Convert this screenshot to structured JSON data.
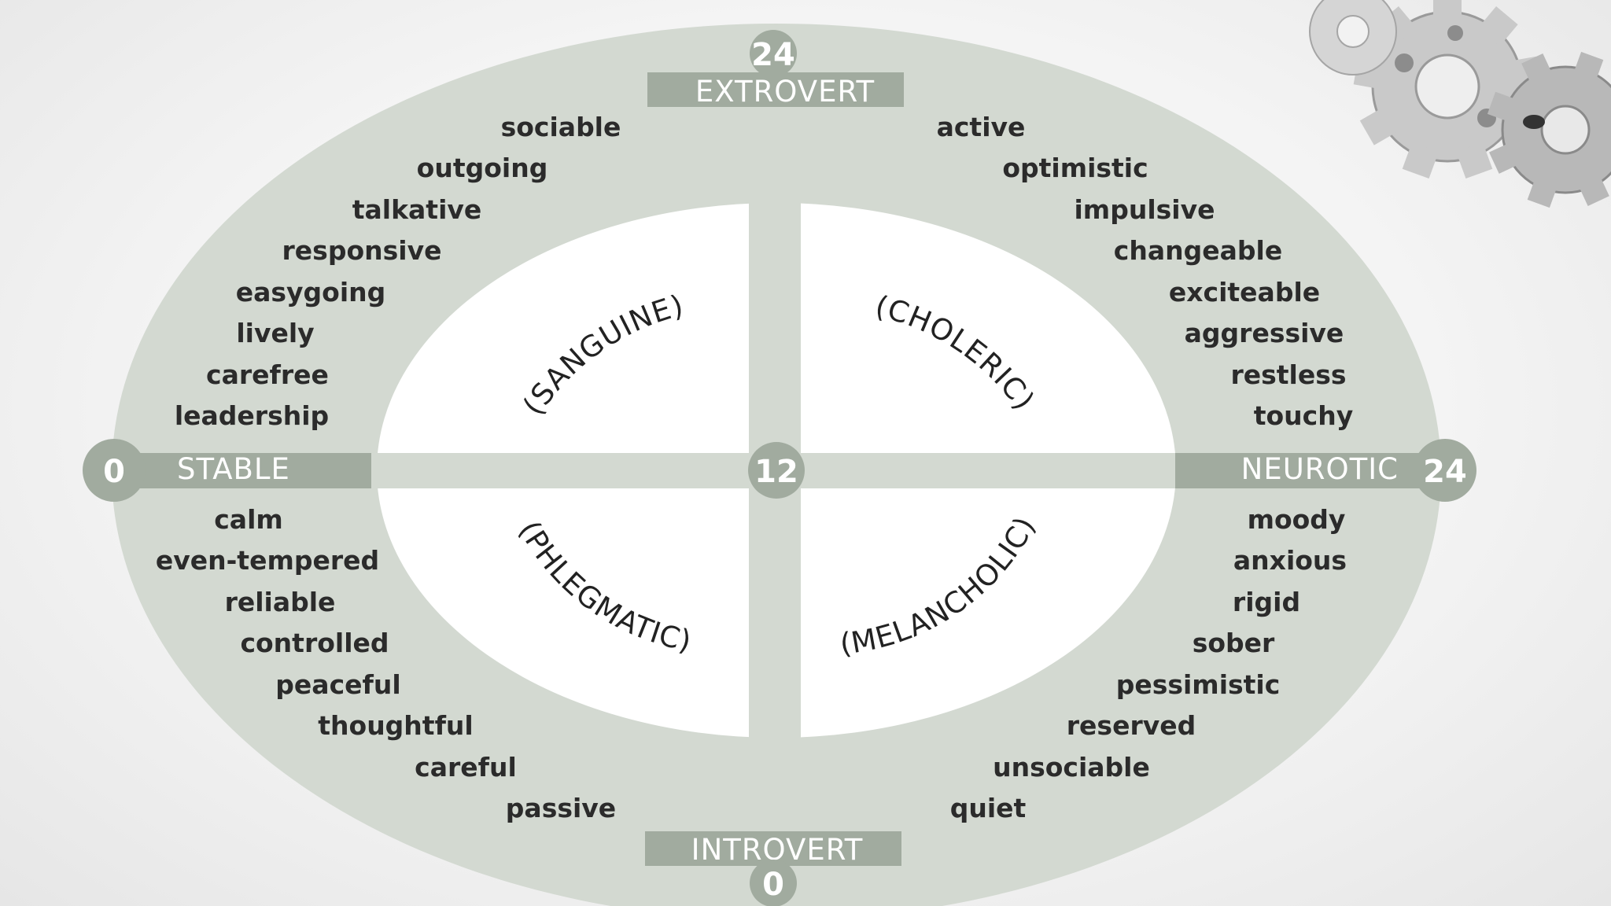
{
  "axes": {
    "top": {
      "label": "EXTROVERT",
      "value": "24"
    },
    "bottom": {
      "label": "INTROVERT",
      "value": "0"
    },
    "left": {
      "label": "STABLE",
      "value": "0"
    },
    "right": {
      "label": "NEUROTIC",
      "value": "24"
    },
    "center": {
      "value": "12"
    }
  },
  "temperaments": {
    "top_left": "(SANGUINE)",
    "top_right": "(CHOLERIC)",
    "bottom_left": "(PHLEGMATIC)",
    "bottom_right": "(MELANCHOLIC)"
  },
  "traits": {
    "top_left": [
      "sociable",
      "outgoing",
      "talkative",
      "responsive",
      "easygoing",
      "lively",
      "carefree",
      "leadership"
    ],
    "top_right": [
      "active",
      "optimistic",
      "impulsive",
      "changeable",
      "exciteable",
      "aggressive",
      "restless",
      "touchy"
    ],
    "bottom_left": [
      "calm",
      "even-tempered",
      "reliable",
      "controlled",
      "peaceful",
      "thoughtful",
      "careful",
      "passive"
    ],
    "bottom_right": [
      "moody",
      "anxious",
      "rigid",
      "sober",
      "pessimistic",
      "reserved",
      "unsociable",
      "quiet"
    ]
  },
  "colors": {
    "ring": "#d3d9d1",
    "band": "#a1ab9f",
    "inner": "#ffffff",
    "text": "#2b2b2b"
  }
}
